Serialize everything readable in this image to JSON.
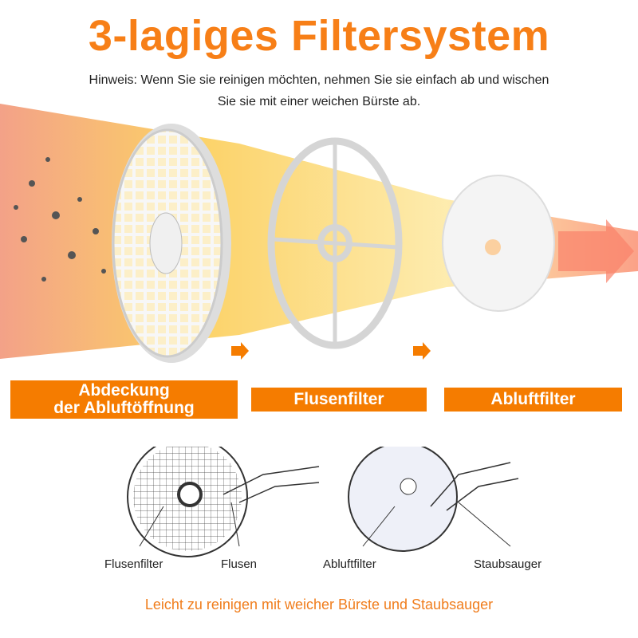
{
  "title": "3-lagiges Filtersystem",
  "note_line1": "Hinweis: Wenn Sie sie reinigen möchten, nehmen Sie sie einfach ab und wischen",
  "note_line2": "Sie sie mit einer weichen Bürste ab.",
  "labels": {
    "cover_line1": "Abdeckung",
    "cover_line2": "der Abluftöffnung",
    "lint": "Flusenfilter",
    "exhaust": "Abluftfilter"
  },
  "captions": {
    "lint_filter": "Flusenfilter",
    "lint": "Flusen",
    "exhaust_filter": "Abluftfilter",
    "vacuum": "Staubsauger"
  },
  "footer": "Leicht zu reinigen mit weicher Bürste und Staubsauger",
  "colors": {
    "accent": "#F57C00",
    "title": "#F77F17"
  }
}
